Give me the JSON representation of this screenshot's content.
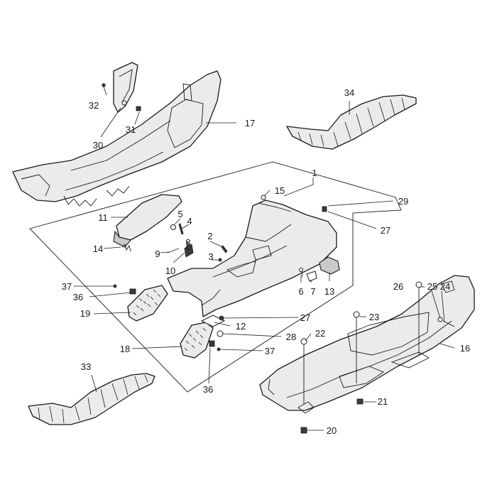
{
  "callouts": [
    "1",
    "2",
    "3",
    "4",
    "5",
    "6",
    "7",
    "8",
    "9",
    "10",
    "11",
    "12",
    "13",
    "14",
    "15",
    "16",
    "17",
    "18",
    "19",
    "20",
    "21",
    "22",
    "23",
    "24",
    "25",
    "26",
    "27",
    "27",
    "28",
    "29",
    "30",
    "31",
    "32",
    "33",
    "34",
    "36",
    "36",
    "37",
    "37"
  ],
  "colors": {
    "line": "#1a1a1a",
    "part_fill": "#ebebeb",
    "background": "#ffffff"
  }
}
